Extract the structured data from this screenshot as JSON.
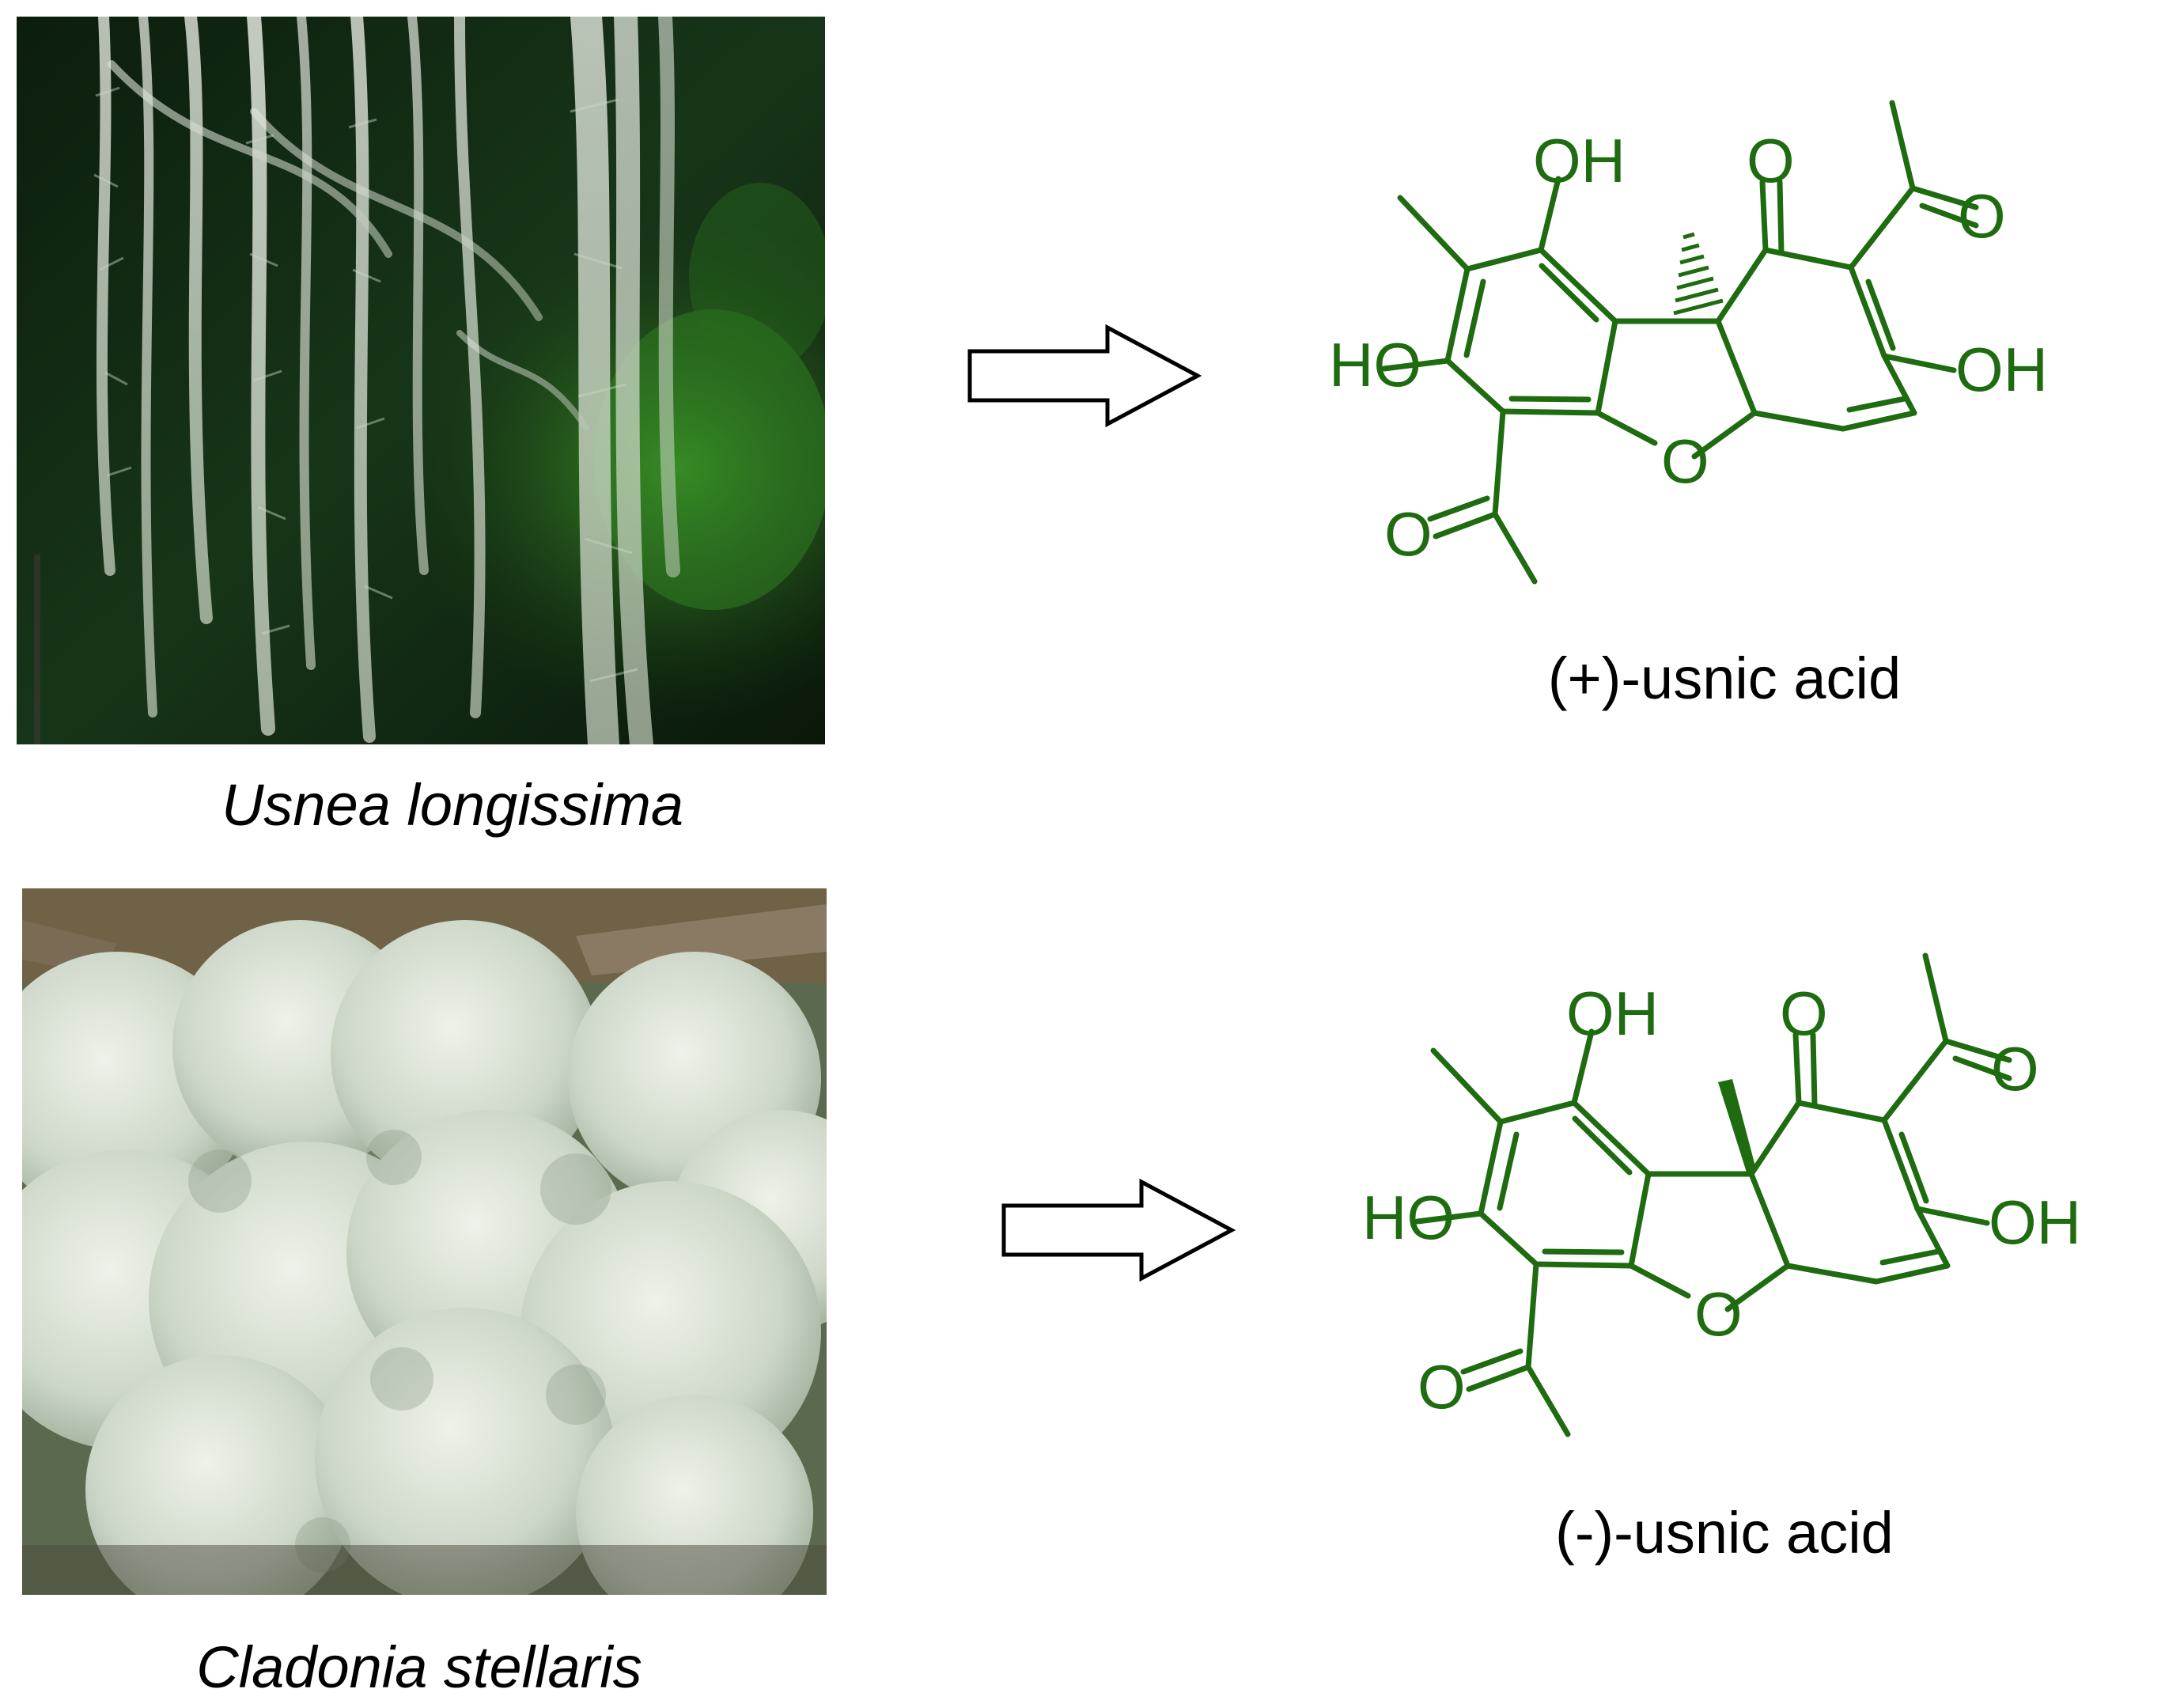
{
  "panels": [
    {
      "caption": "Usnea longissima",
      "compound": "(+)-usnic acid",
      "stereo": "hashed"
    },
    {
      "caption": "Cladonia stellaris",
      "compound": "(-)-usnic acid",
      "stereo": "wedge"
    }
  ],
  "atom_labels": {
    "oh": "OH",
    "ho": "HO",
    "o": "O"
  },
  "colors": {
    "structure": "#1e6b10",
    "text": "#000000",
    "forest_dark": "#0f2410",
    "lichen_pale": "#d7e0d2"
  },
  "icons": {
    "arrow": "open-right-arrow"
  }
}
